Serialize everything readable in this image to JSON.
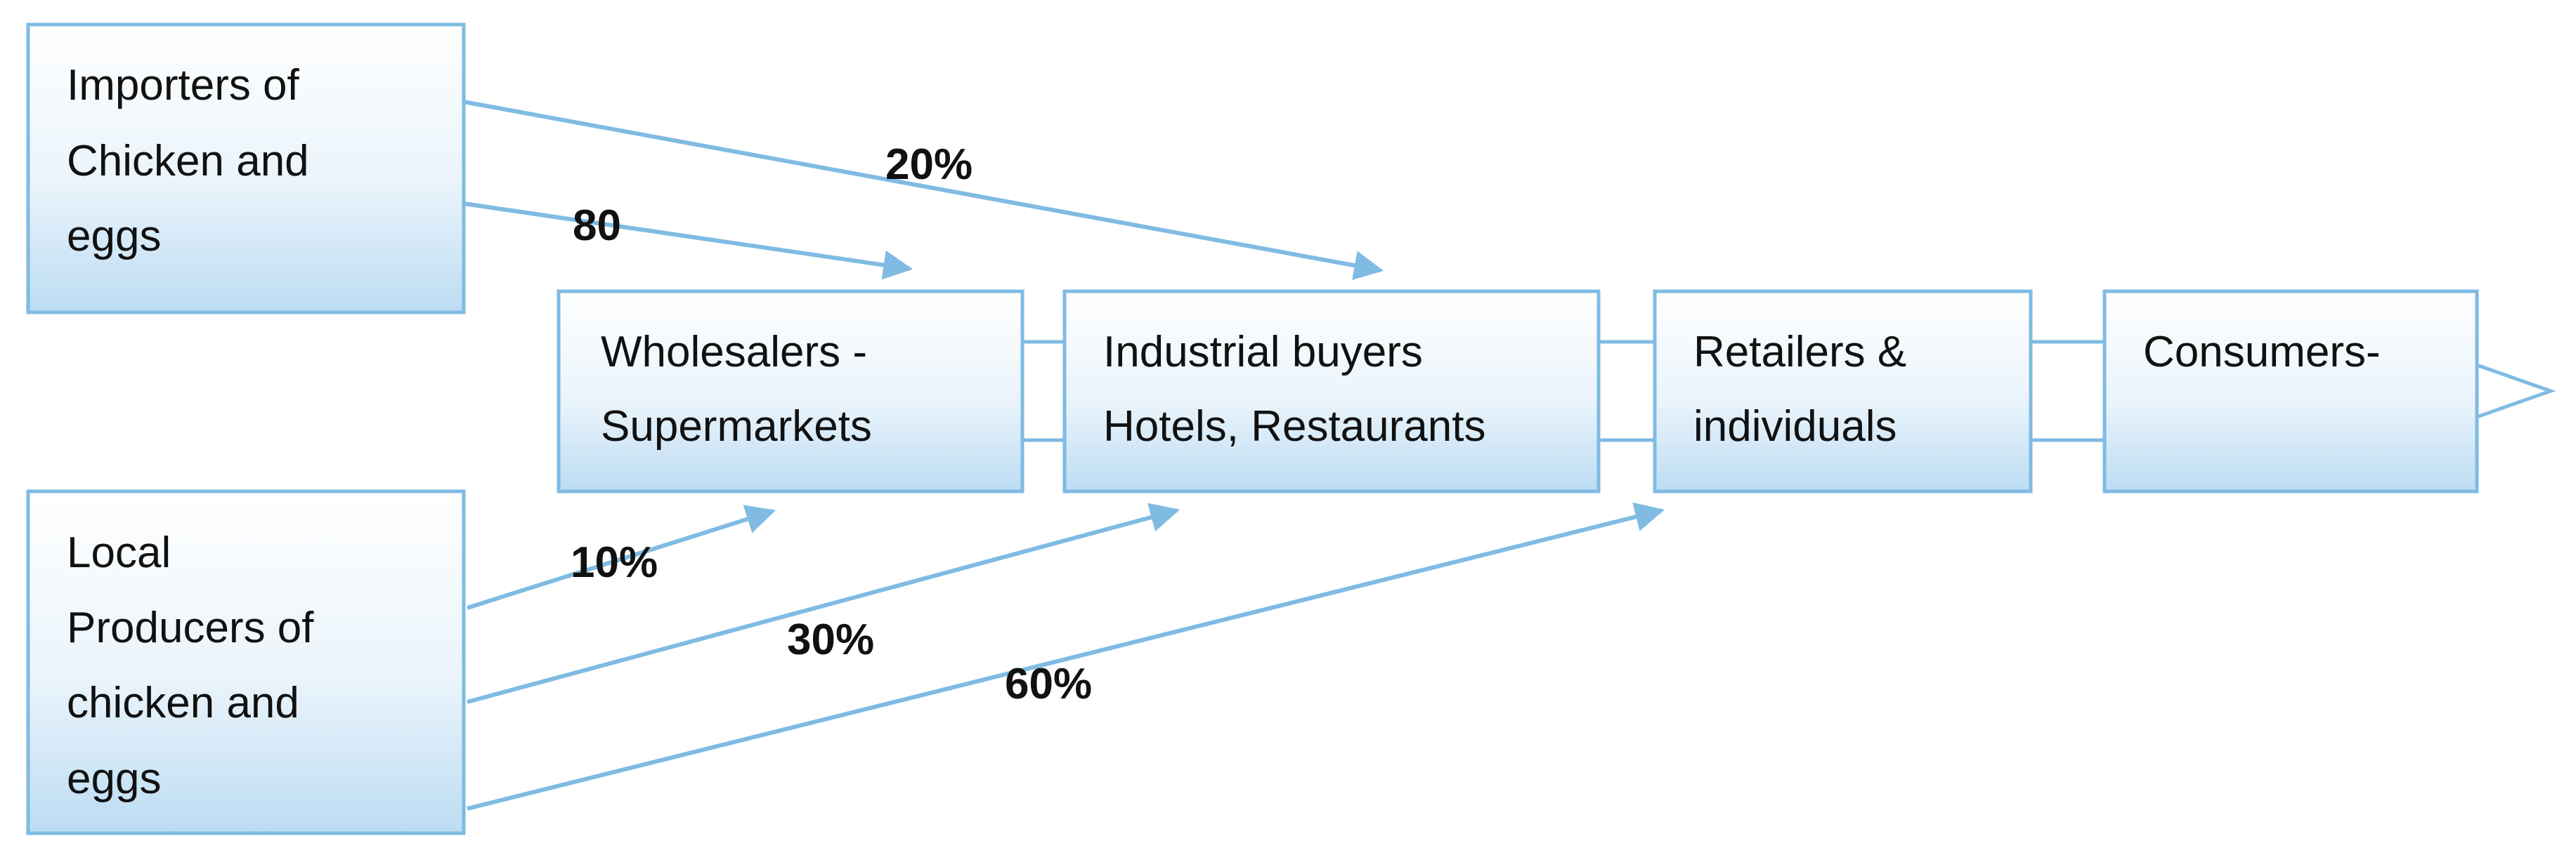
{
  "boxes": {
    "importers": [
      "Importers of",
      "Chicken and",
      "eggs"
    ],
    "local_producers": [
      "Local",
      "Producers of",
      "chicken and",
      "eggs"
    ],
    "wholesalers": [
      "Wholesalers -",
      "Supermarkets"
    ],
    "industrial": [
      "Industrial buyers",
      "Hotels, Restaurants"
    ],
    "retailers": [
      "Retailers &",
      "individuals"
    ],
    "consumers": [
      "Consumers-"
    ]
  },
  "flows": {
    "importers_to_wholesalers": "80",
    "importers_to_industrial": "20%",
    "local_to_wholesalers": "10%",
    "local_to_industrial": "30%",
    "local_to_retailers": "60%"
  },
  "colors": {
    "border": "#7fbbe3",
    "fill_top": "#ffffff",
    "fill_bottom": "#bcdcf3",
    "text": "#111111"
  }
}
